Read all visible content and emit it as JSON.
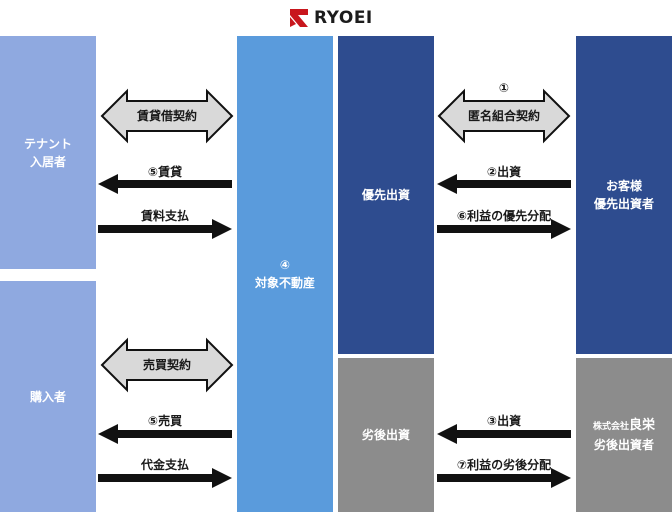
{
  "brand": {
    "name": "RYOEI",
    "accent": "#c8161d"
  },
  "colors": {
    "tenant": "#8fa9e0",
    "buyer": "#8fa9e0",
    "property": "#5a9bdc",
    "priority": "#2e4c8f",
    "subordinate": "#8c8c8c",
    "arrow": "#111111",
    "double_arrow_fill": "#d9d9d9"
  },
  "boxes": {
    "tenant": {
      "line1": "テナント",
      "line2": "入居者"
    },
    "buyer": {
      "line1": "購入者"
    },
    "property": {
      "line1": "④",
      "line2": "対象不動産"
    },
    "priority_investment": {
      "line1": "優先出資"
    },
    "subordinate_investment": {
      "line1": "劣後出資"
    },
    "customer_priority": {
      "line1": "お客様",
      "line2": "優先出資者"
    },
    "ryoei_subordinate": {
      "company_prefix": "株式会社",
      "company_name": "良栄",
      "line2": "劣後出資者"
    }
  },
  "relations": {
    "lease_contract": "賃貸借契約",
    "lease_out": "⑤賃貸",
    "rent_payment": "賃料支払",
    "sale_contract": "売買契約",
    "sale_out": "⑤売買",
    "price_payment": "代金支払",
    "silent_partnership_num": "①",
    "silent_partnership": "匿名組合契約",
    "investment_2": "②出資",
    "profit_priority": "⑥利益の優先分配",
    "investment_3": "③出資",
    "profit_subordinate": "⑦利益の劣後分配"
  }
}
